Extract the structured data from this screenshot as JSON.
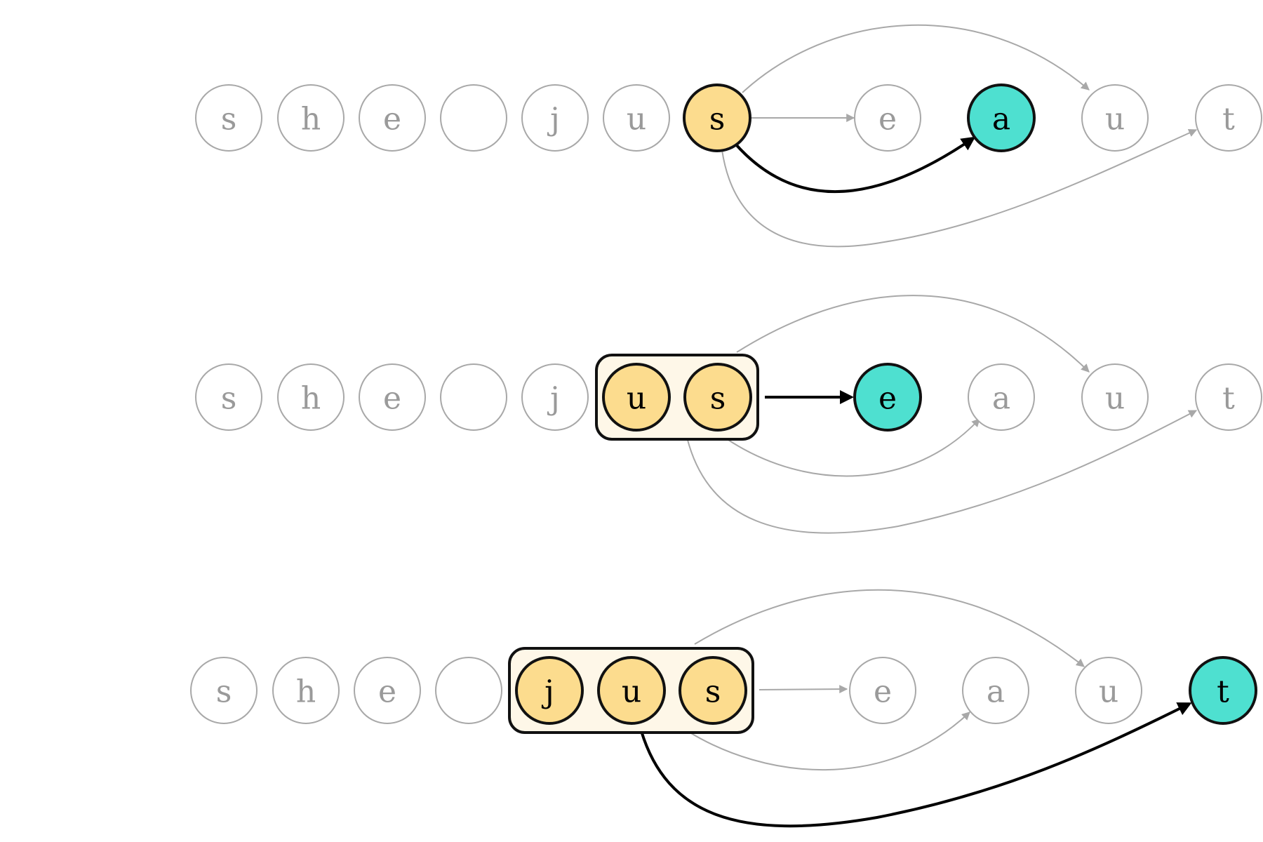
{
  "colors": {
    "context_fill": "#fcdc8e",
    "target_fill": "#4ee0d0",
    "box_fill": "#fef7e8",
    "faded_stroke": "#a8a8a8",
    "faded_text": "#9a9a9a"
  },
  "rows": [
    {
      "tokens": [
        "s",
        "h",
        "e",
        "",
        "j",
        "u",
        "s",
        "e",
        "a",
        "u",
        "t"
      ],
      "context_indices": [
        6
      ],
      "target_index": 8,
      "grouped": false
    },
    {
      "tokens": [
        "s",
        "h",
        "e",
        "",
        "j",
        "u",
        "s",
        "e",
        "a",
        "u",
        "t"
      ],
      "context_indices": [
        5,
        6
      ],
      "target_index": 7,
      "grouped": true
    },
    {
      "tokens": [
        "s",
        "h",
        "e",
        "",
        "j",
        "u",
        "s",
        "e",
        "a",
        "u",
        "t"
      ],
      "context_indices": [
        4,
        5,
        6
      ],
      "target_index": 10,
      "grouped": true
    }
  ]
}
